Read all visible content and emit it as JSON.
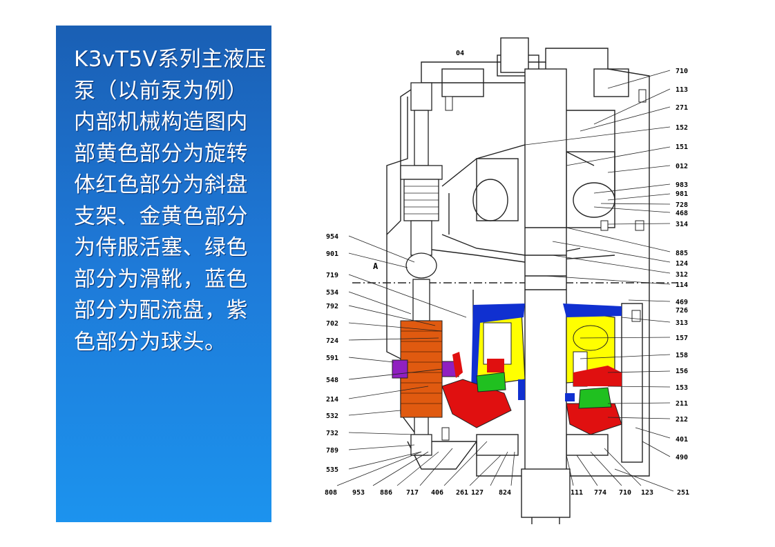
{
  "panel": {
    "description": "K3vT5V系列主液压泵（以前泵为例）内部机械构造图内部黄色部分为旋转体红色部分为斜盘支架、金黄色部分为侍服活塞、绿色部分为滑靴，蓝色部分为配流盘，紫色部分为球头。"
  },
  "diagram": {
    "top_label": "04",
    "section_label": "A",
    "right_labels": [
      "710",
      "113",
      "271",
      "152",
      "151",
      "012",
      "983",
      "981",
      "728",
      "468",
      "314",
      "885",
      "124",
      "312",
      "114",
      "469",
      "726",
      "313",
      "157",
      "158",
      "156",
      "153",
      "211",
      "212",
      "401",
      "490",
      "251"
    ],
    "left_labels": [
      "954",
      "901",
      "719",
      "534",
      "792",
      "702",
      "724",
      "591",
      "548",
      "214",
      "532",
      "732",
      "789",
      "535"
    ],
    "bottom_labels": [
      "808",
      "953",
      "886",
      "717",
      "406",
      "261",
      "127",
      "824",
      "111",
      "774",
      "710",
      "123"
    ],
    "colors": {
      "cylinder_yellow": "#ffff00",
      "swash_red": "#e01010",
      "servo_orange": "#e05a10",
      "shoe_green": "#20c020",
      "valve_blue": "#1030d0",
      "ball_purple": "#9020c0"
    }
  }
}
